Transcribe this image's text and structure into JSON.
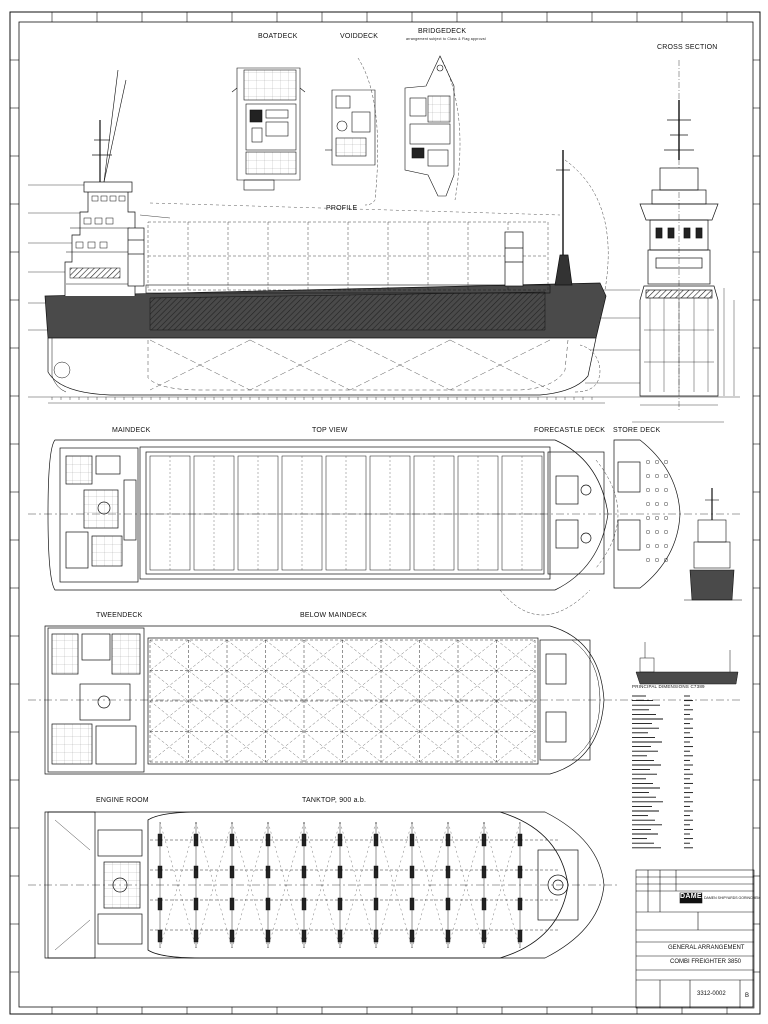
{
  "views": {
    "boatdeck": "BOATDECK",
    "voiddeck": "VOIDDECK",
    "bridgedeck": "BRIDGEDECK",
    "bridgedeck_note": "arrangement subject to Class & Flag approval",
    "cross_section": "CROSS SECTION",
    "profile": "PROFILE",
    "maindeck": "MAINDECK",
    "top_view": "TOP VIEW",
    "forecastle_deck": "FORECASTLE DECK",
    "store_deck": "STORE DECK",
    "tweendeck": "TWEENDECK",
    "below_maindeck": "BELOW MAINDECK",
    "engine_room": "ENGINE ROOM",
    "tanktop": "TANKTOP, 900 a.b."
  },
  "principal_dimensions": {
    "title": "PRINCIPAL DIMENSIONS C7389"
  },
  "title_block": {
    "company": "DAMEN",
    "company_sub": "DAMEN SHIPYARDS GORINCHEM",
    "drawing_title": "GENERAL ARRANGEMENT",
    "vessel": "COMBI FREIGHTER 3850",
    "drawing_number": "3312-0002",
    "sheet": "B"
  },
  "colors": {
    "line": "#111111",
    "hull_fill": "#4a4a4a",
    "paper": "#ffffff"
  }
}
